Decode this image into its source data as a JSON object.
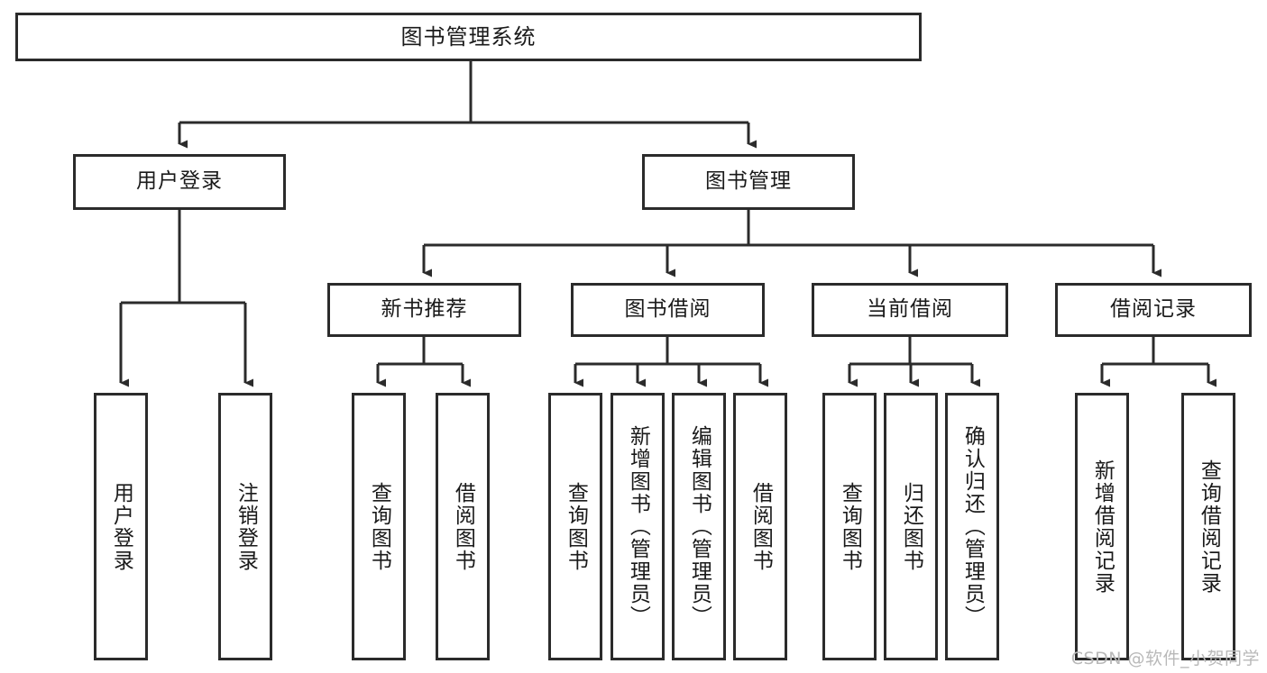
{
  "diagram": {
    "title": "图书管理系统",
    "type": "tree-hierarchy",
    "watermark": "CSDN @软件_小贺同学"
  },
  "root": {
    "label": "图书管理系统"
  },
  "level2": [
    {
      "label": "用户登录"
    },
    {
      "label": "图书管理"
    }
  ],
  "level3": [
    {
      "label": "新书推荐"
    },
    {
      "label": "图书借阅"
    },
    {
      "label": "当前借阅"
    },
    {
      "label": "借阅记录"
    }
  ],
  "leaves": {
    "user_login": [
      {
        "label": "用户登录"
      },
      {
        "label": "注销登录"
      }
    ],
    "new_book_recommend": [
      {
        "label": "查询图书"
      },
      {
        "label": "借阅图书"
      }
    ],
    "book_borrow": [
      {
        "label": "查询图书"
      },
      {
        "label": "新增图书（管理员）"
      },
      {
        "label": "编辑图书（管理员）"
      },
      {
        "label": "借阅图书"
      }
    ],
    "current_borrow": [
      {
        "label": "查询图书"
      },
      {
        "label": "归还图书"
      },
      {
        "label": "确认归还（管理员）"
      }
    ],
    "borrow_record": [
      {
        "label": "新增借阅记录"
      },
      {
        "label": "查询借阅记录"
      }
    ]
  },
  "colors": {
    "stroke": "#2b2b2b",
    "text": "#1a1a1a",
    "background": "#ffffff",
    "watermark": "#b9b9b9"
  }
}
